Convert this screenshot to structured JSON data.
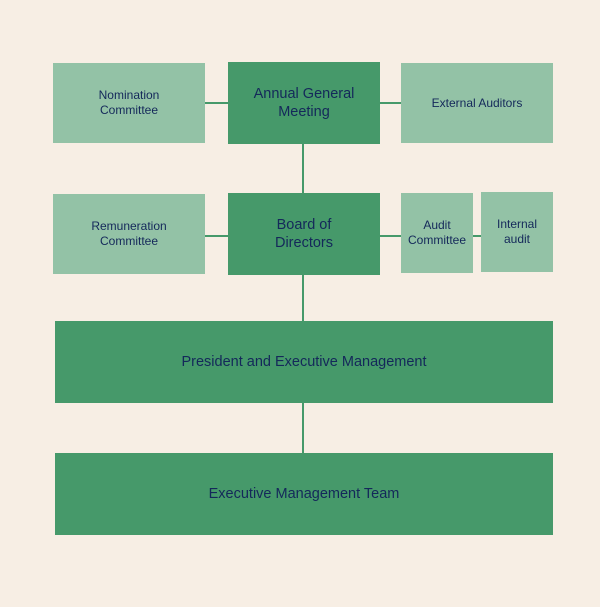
{
  "nodes": {
    "agm": "Annual General\nMeeting",
    "nomination": "Nomination\nCommittee",
    "external_auditors": "External Auditors",
    "board": "Board of\nDirectors",
    "remuneration": "Remuneration\nCommittee",
    "audit_committee": "Audit\nCommittee",
    "internal_audit": "Internal\naudit",
    "president": "President and Executive Management",
    "exec_team": "Executive Management Team"
  },
  "colors": {
    "background": "#f7eee4",
    "primary_box": "#46996a",
    "secondary_box": "#93c2a6",
    "text": "#14285a",
    "connector": "#46996a"
  }
}
